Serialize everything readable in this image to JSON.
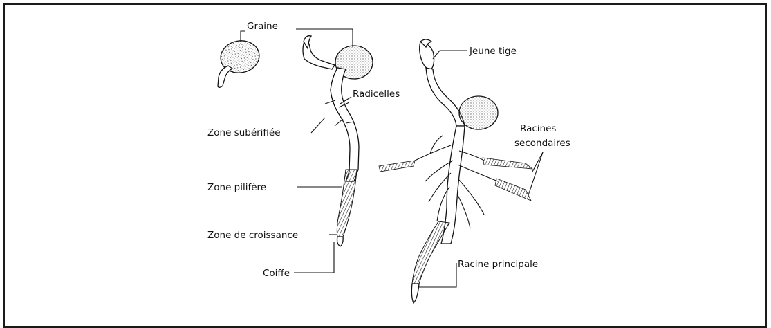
{
  "labels": {
    "graine": "Graine",
    "radicelles": "Radicelles",
    "zone_suberifiee": "Zone subérifiée",
    "zone_pilifere": "Zone pilifère",
    "zone_croissance": "Zone de croissance",
    "coiffe": "Coiffe",
    "jeune_tige": "Jeune tige",
    "racines_secondaires_1": "Racines",
    "racines_secondaires_2": "secondaires",
    "racine_principale": "Racine principale"
  }
}
